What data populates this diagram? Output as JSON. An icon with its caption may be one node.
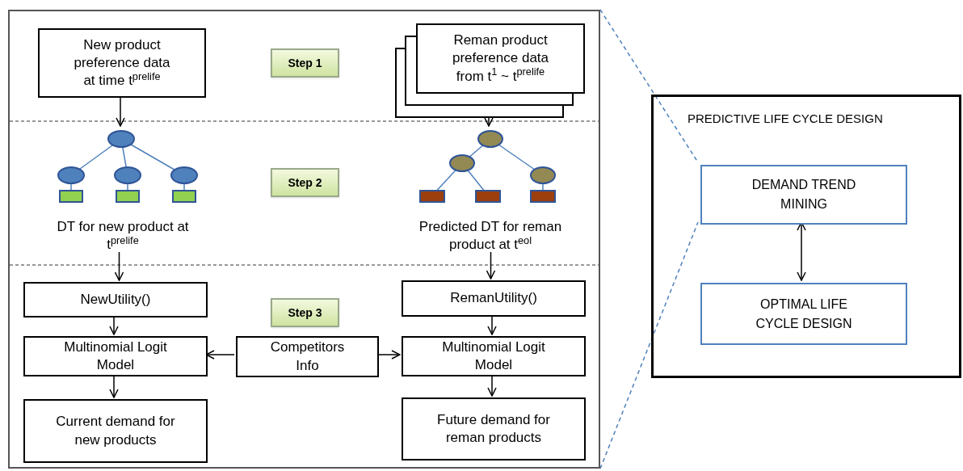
{
  "diagram": {
    "nodes": [
      {
        "text": [],
        "shape": "box"
      },
      {
        "text": [
          "New product preference data at time t$^{prelife}$"
        ],
        "in": 0
      },
      {
        "text": [
          "Step 1"
        ],
        "in": 0
      },
      {
        "text": [
          "Reman product preference data from t$^{1}$ ~ t$^{prelife}$"
        ],
        "in": 0
      },
      {
        "text": [
          "DT for new product at t$^{prelife}$"
        ],
        "in": 0
      },
      {
        "text": [
          "Step 2"
        ],
        "in": 0
      },
      {
        "text": [
          "Predicted DT for reman product at t$^{eol}$"
        ],
        "in": 0
      },
      {
        "text": [
          "NewUtility()"
        ],
        "in": 0
      },
      {
        "text": [
          "Step 3"
        ],
        "in": 0
      },
      {
        "text": [
          "RemanUtility()"
        ],
        "in": 0
      },
      {
        "text": [
          "Multinomial Logit Model"
        ],
        "in": 0
      },
      {
        "text": [
          "Competitors Info"
        ],
        "in": 0
      },
      {
        "text": [
          "Multinomial Logit Model"
        ],
        "in": 0
      },
      {
        "text": [
          "Current demand for new products"
        ],
        "in": 0
      },
      {
        "text": [
          "Future demand for reman products"
        ],
        "in": 0
      },
      {
        "text": [
          "PREDICTIVE LIFE CYCLE DESIGN"
        ]
      },
      {
        "text": [
          "DEMAND TREND MINING"
        ],
        "in": 15
      },
      {
        "text": [
          "OPTIMAL LIFE CYCLE DESIGN"
        ],
        "in": 15
      }
    ],
    "edges": [
      {
        "from": 1,
        "to": 4,
        "arrow": "to"
      },
      {
        "from": 3,
        "to": 6,
        "arrow": "to"
      },
      {
        "from": 4,
        "to": 7,
        "arrow": "to"
      },
      {
        "from": 6,
        "to": 9,
        "arrow": "to"
      },
      {
        "from": 7,
        "to": 10,
        "arrow": "to"
      },
      {
        "from": 9,
        "to": 12,
        "arrow": "to"
      },
      {
        "from": 10,
        "to": 13,
        "arrow": "to"
      },
      {
        "from": 12,
        "to": 14,
        "arrow": "to"
      },
      {
        "from": 11,
        "to": 10,
        "arrow": "to"
      },
      {
        "from": 11,
        "to": 12,
        "arrow": "to"
      },
      {
        "from": 16,
        "to": 17,
        "arrow": "both"
      },
      {
        "from": 0,
        "to": 16,
        "arrow": "none",
        "style": "dashed",
        "color": "#4f81bd"
      },
      {
        "from": 0,
        "to": 16,
        "arrow": "none",
        "style": "dashed",
        "color": "#4f81bd"
      }
    ]
  }
}
